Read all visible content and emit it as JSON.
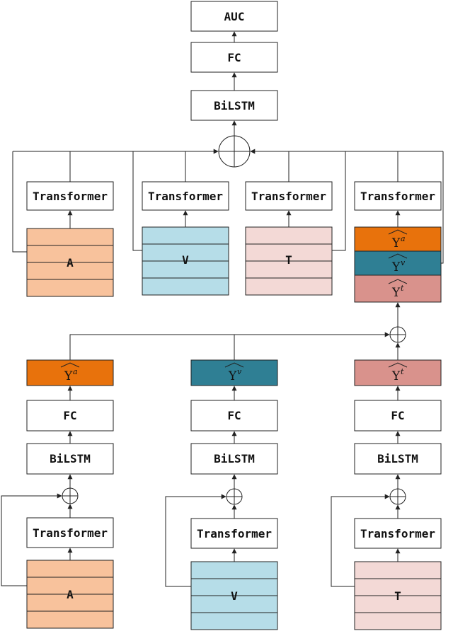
{
  "colors": {
    "audio_fill": "#f8c29c",
    "visual_fill": "#b6dde8",
    "text_fill": "#f3d9d6",
    "y_audio": "#e8720c",
    "y_visual": "#2f7f94",
    "y_text": "#d9928c"
  },
  "top": {
    "auc": "AUC",
    "fc": "FC",
    "bilstm": "BiLSTM",
    "transformer": "Transformer",
    "modalities": [
      "A",
      "V",
      "T"
    ]
  },
  "stacked": {
    "symbol": "Y",
    "superscripts": [
      "a",
      "v",
      "t"
    ]
  },
  "bottom": {
    "fc": "FC",
    "bilstm": "BiLSTM",
    "transformer": "Transformer",
    "modalities": [
      "A",
      "V",
      "T"
    ],
    "superscripts": [
      "a",
      "v",
      "t"
    ]
  }
}
